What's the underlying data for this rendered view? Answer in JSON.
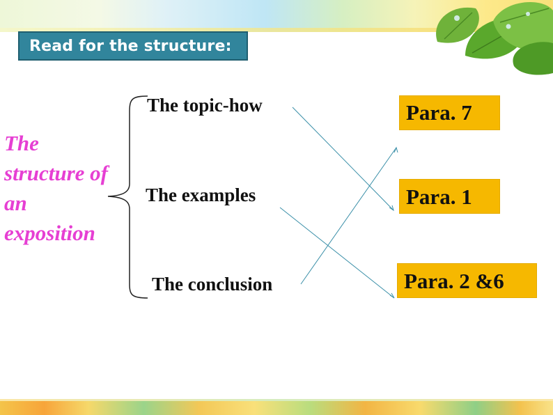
{
  "slide": {
    "title": "Read for the structure:",
    "structure_label": "The structure of an exposition",
    "items": [
      "The topic-how",
      "The examples",
      "The conclusion"
    ],
    "paras": [
      "Para. 7",
      "Para. 1",
      "Para. 2 &6"
    ]
  },
  "colors": {
    "title_bg": "#31859c",
    "label": "#e63fd3",
    "para_bg": "#f6b800",
    "connector": "#3a8fa8"
  }
}
